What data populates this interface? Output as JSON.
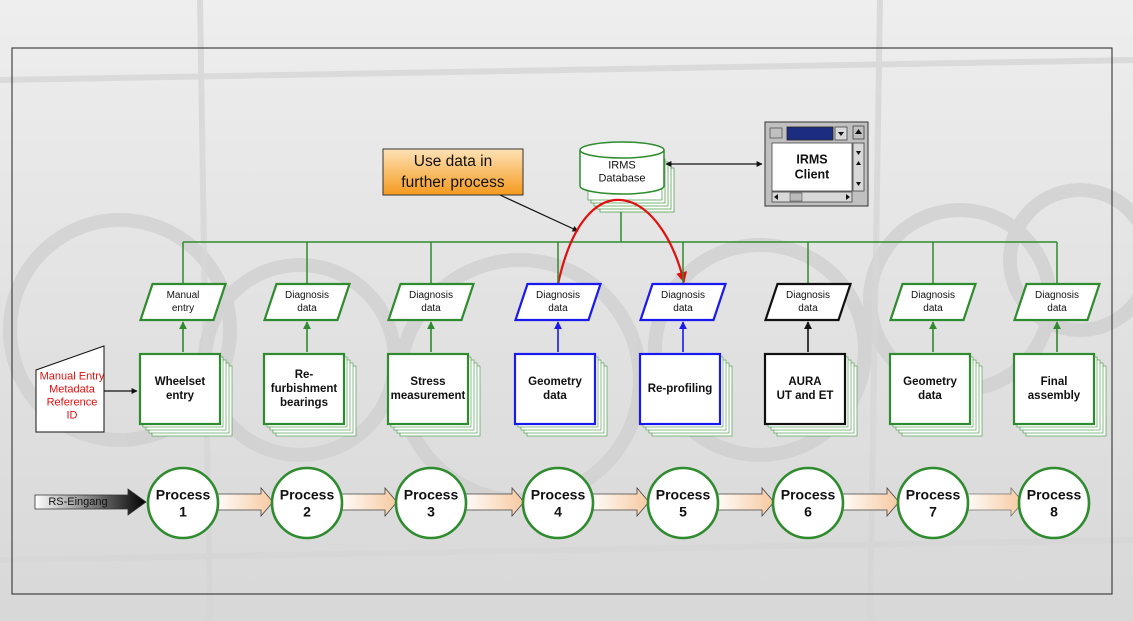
{
  "note": {
    "text": "Use data in further process",
    "lines": [
      "Use data in",
      "further process"
    ]
  },
  "database": {
    "lines": [
      "IRMS",
      "Database"
    ]
  },
  "client": {
    "lines": [
      "IRMS",
      "Client"
    ]
  },
  "input_doc": {
    "lines": [
      "Manual Entry",
      "Metadata",
      "Reference",
      "ID"
    ]
  },
  "data_items": [
    {
      "lines": [
        "Manual",
        "entry"
      ]
    },
    {
      "lines": [
        "Diagnosis",
        "data"
      ]
    },
    {
      "lines": [
        "Diagnosis",
        "data"
      ]
    },
    {
      "lines": [
        "Diagnosis",
        "data"
      ]
    },
    {
      "lines": [
        "Diagnosis",
        "data"
      ]
    },
    {
      "lines": [
        "Diagnosis",
        "data"
      ]
    },
    {
      "lines": [
        "Diagnosis",
        "data"
      ]
    },
    {
      "lines": [
        "Diagnosis",
        "data"
      ]
    }
  ],
  "steps": [
    {
      "lines": [
        "Wheelset",
        "entry"
      ]
    },
    {
      "lines": [
        "Re-",
        "furbishment",
        "bearings"
      ]
    },
    {
      "lines": [
        "Stress",
        "measurement"
      ]
    },
    {
      "lines": [
        "Geometry",
        "data"
      ]
    },
    {
      "lines": [
        "Re-profiling"
      ]
    },
    {
      "lines": [
        "AURA",
        "UT and ET"
      ]
    },
    {
      "lines": [
        "Geometry",
        "data"
      ]
    },
    {
      "lines": [
        "Final",
        "assembly"
      ]
    }
  ],
  "processes": [
    {
      "lines": [
        "Process",
        "1"
      ]
    },
    {
      "lines": [
        "Process",
        "2"
      ]
    },
    {
      "lines": [
        "Process",
        "3"
      ]
    },
    {
      "lines": [
        "Process",
        "4"
      ]
    },
    {
      "lines": [
        "Process",
        "5"
      ]
    },
    {
      "lines": [
        "Process",
        "6"
      ]
    },
    {
      "lines": [
        "Process",
        "7"
      ]
    },
    {
      "lines": [
        "Process",
        "8"
      ]
    }
  ],
  "entry_arrow": {
    "label": "RS-Eingang"
  },
  "colors": {
    "green": "#2e8b2e",
    "blue": "#1a1aee",
    "black": "#111111",
    "red": "#e01010",
    "orange_note": "#f59a1e",
    "flow_arrow": "#f6c9a0"
  }
}
